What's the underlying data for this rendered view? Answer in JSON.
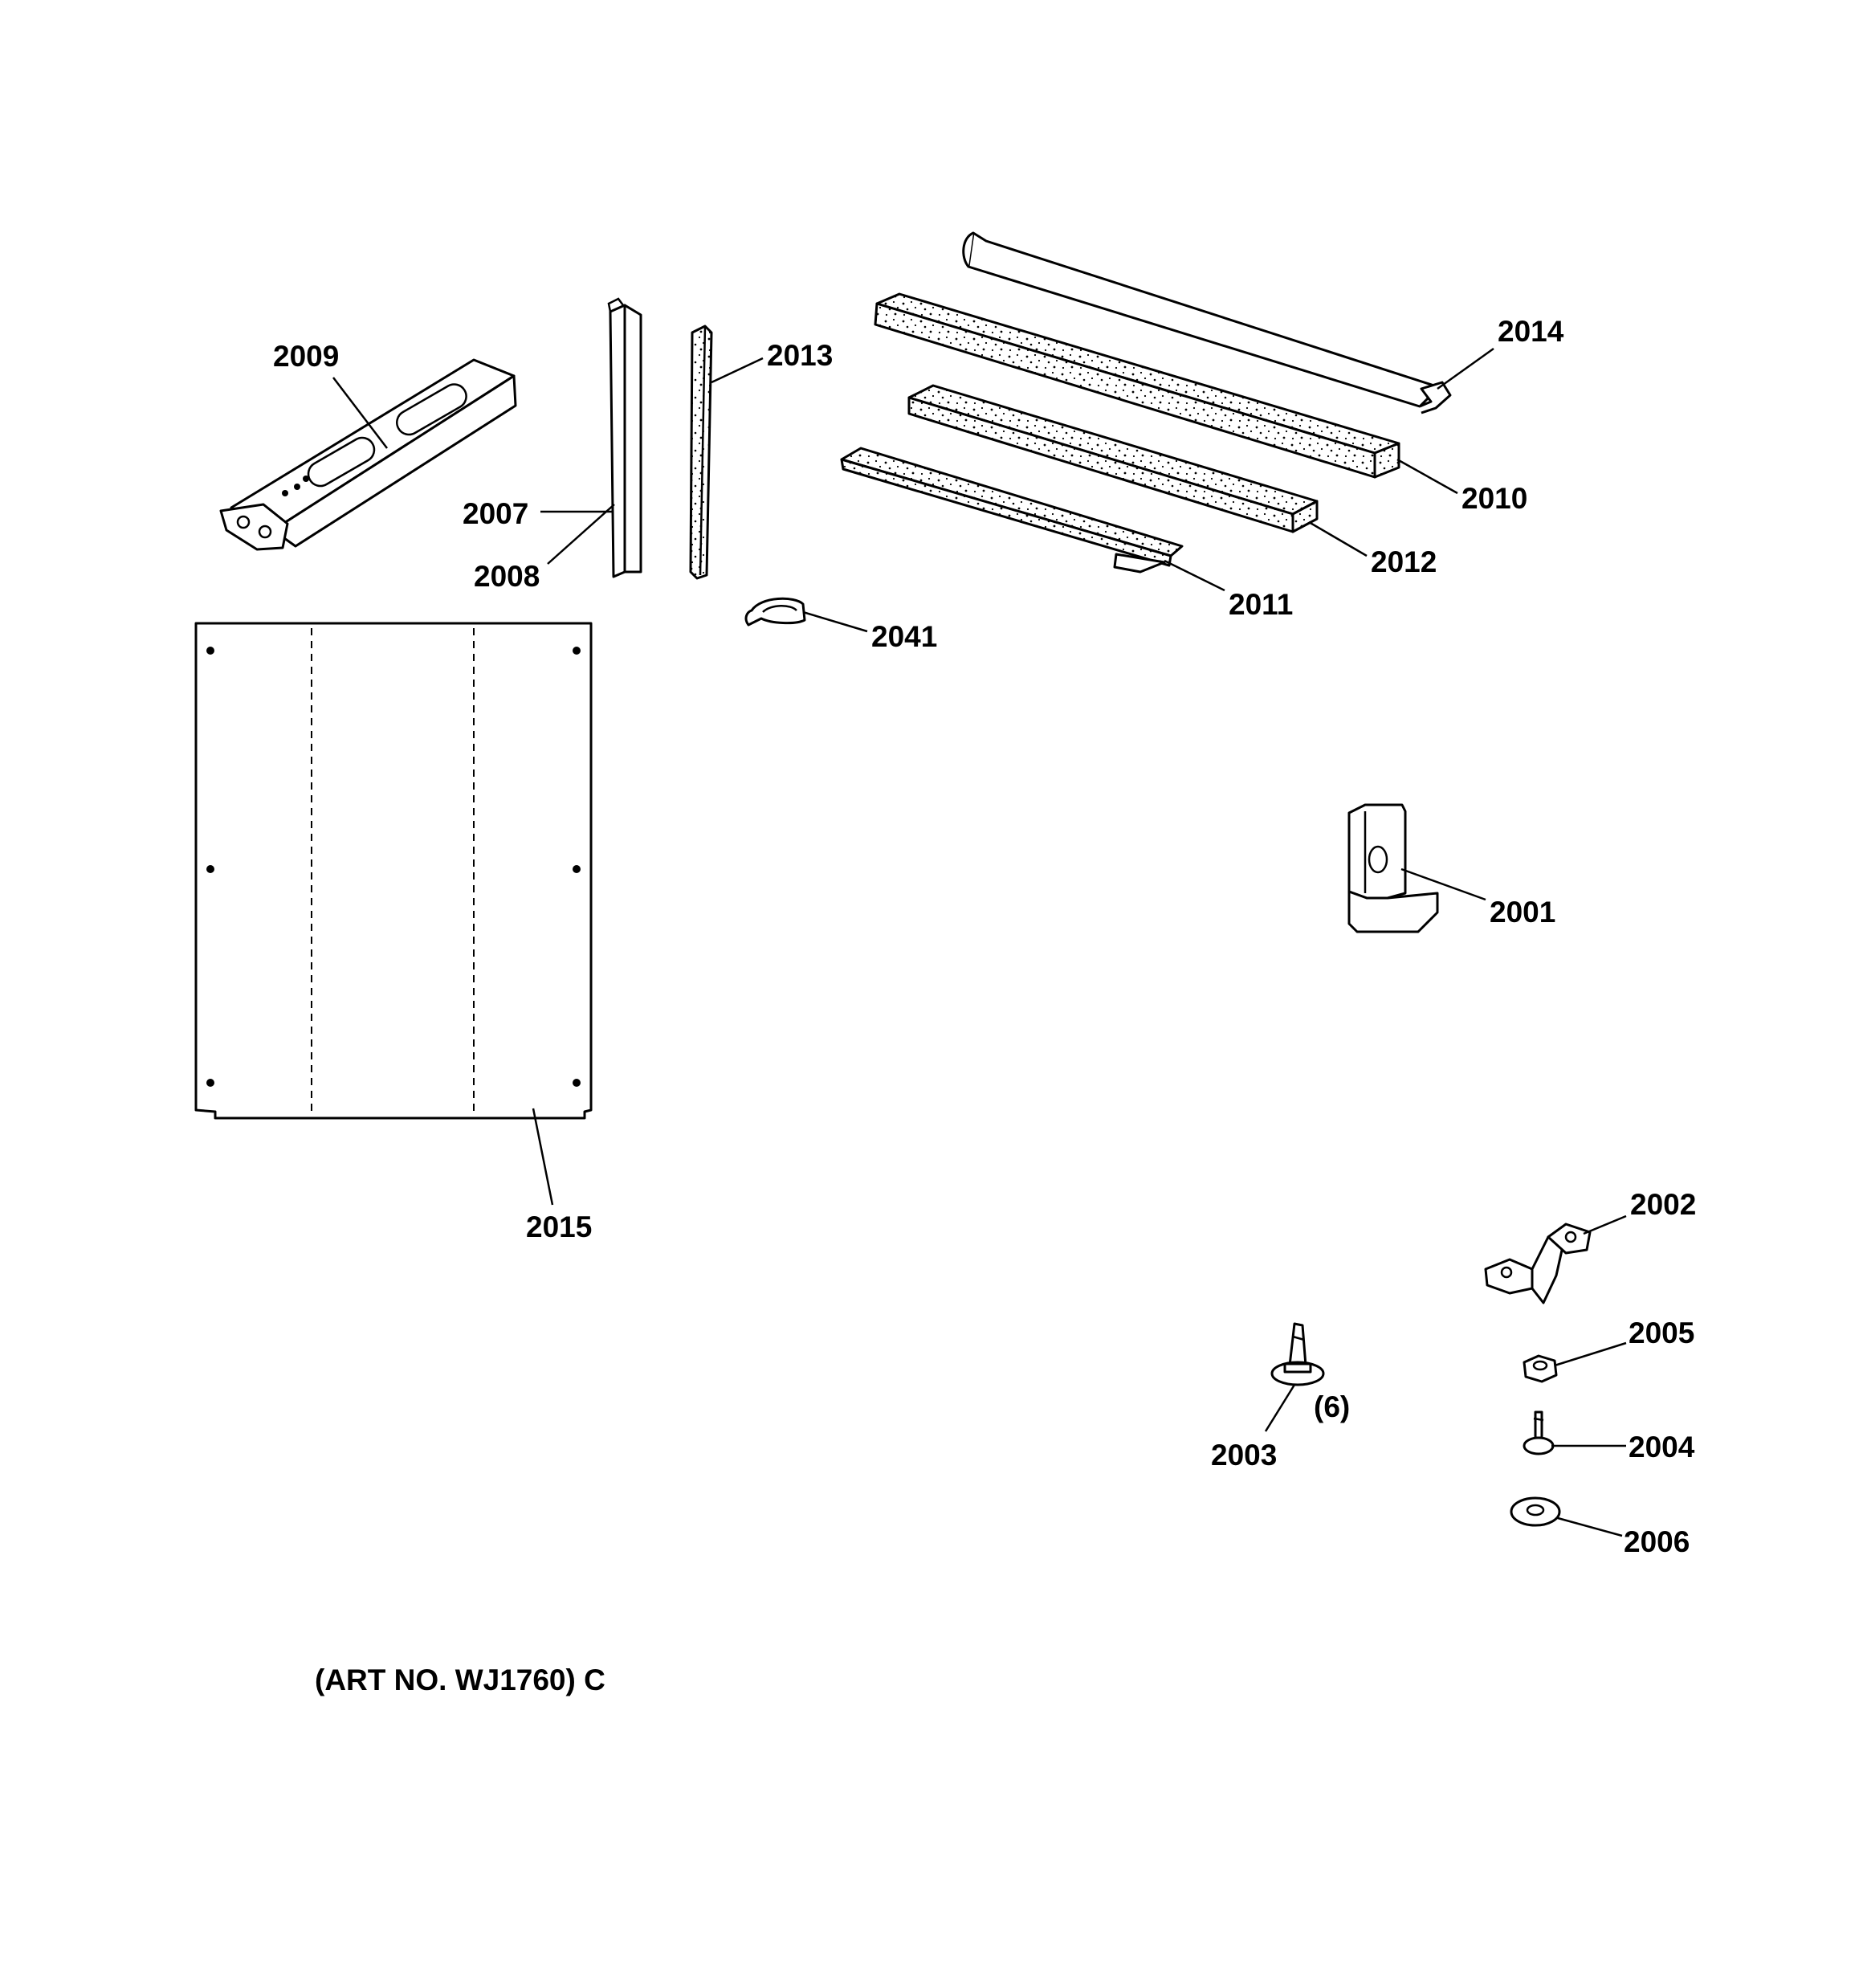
{
  "parts": {
    "p2001": "2001",
    "p2002": "2002",
    "p2003": "2003",
    "p2003_qty": "(6)",
    "p2004": "2004",
    "p2005": "2005",
    "p2006": "2006",
    "p2007": "2007",
    "p2008": "2008",
    "p2009": "2009",
    "p2010": "2010",
    "p2011": "2011",
    "p2012": "2012",
    "p2013": "2013",
    "p2014": "2014",
    "p2015": "2015",
    "p2041": "2041"
  },
  "art_number": "(ART NO. WJ1760) C"
}
